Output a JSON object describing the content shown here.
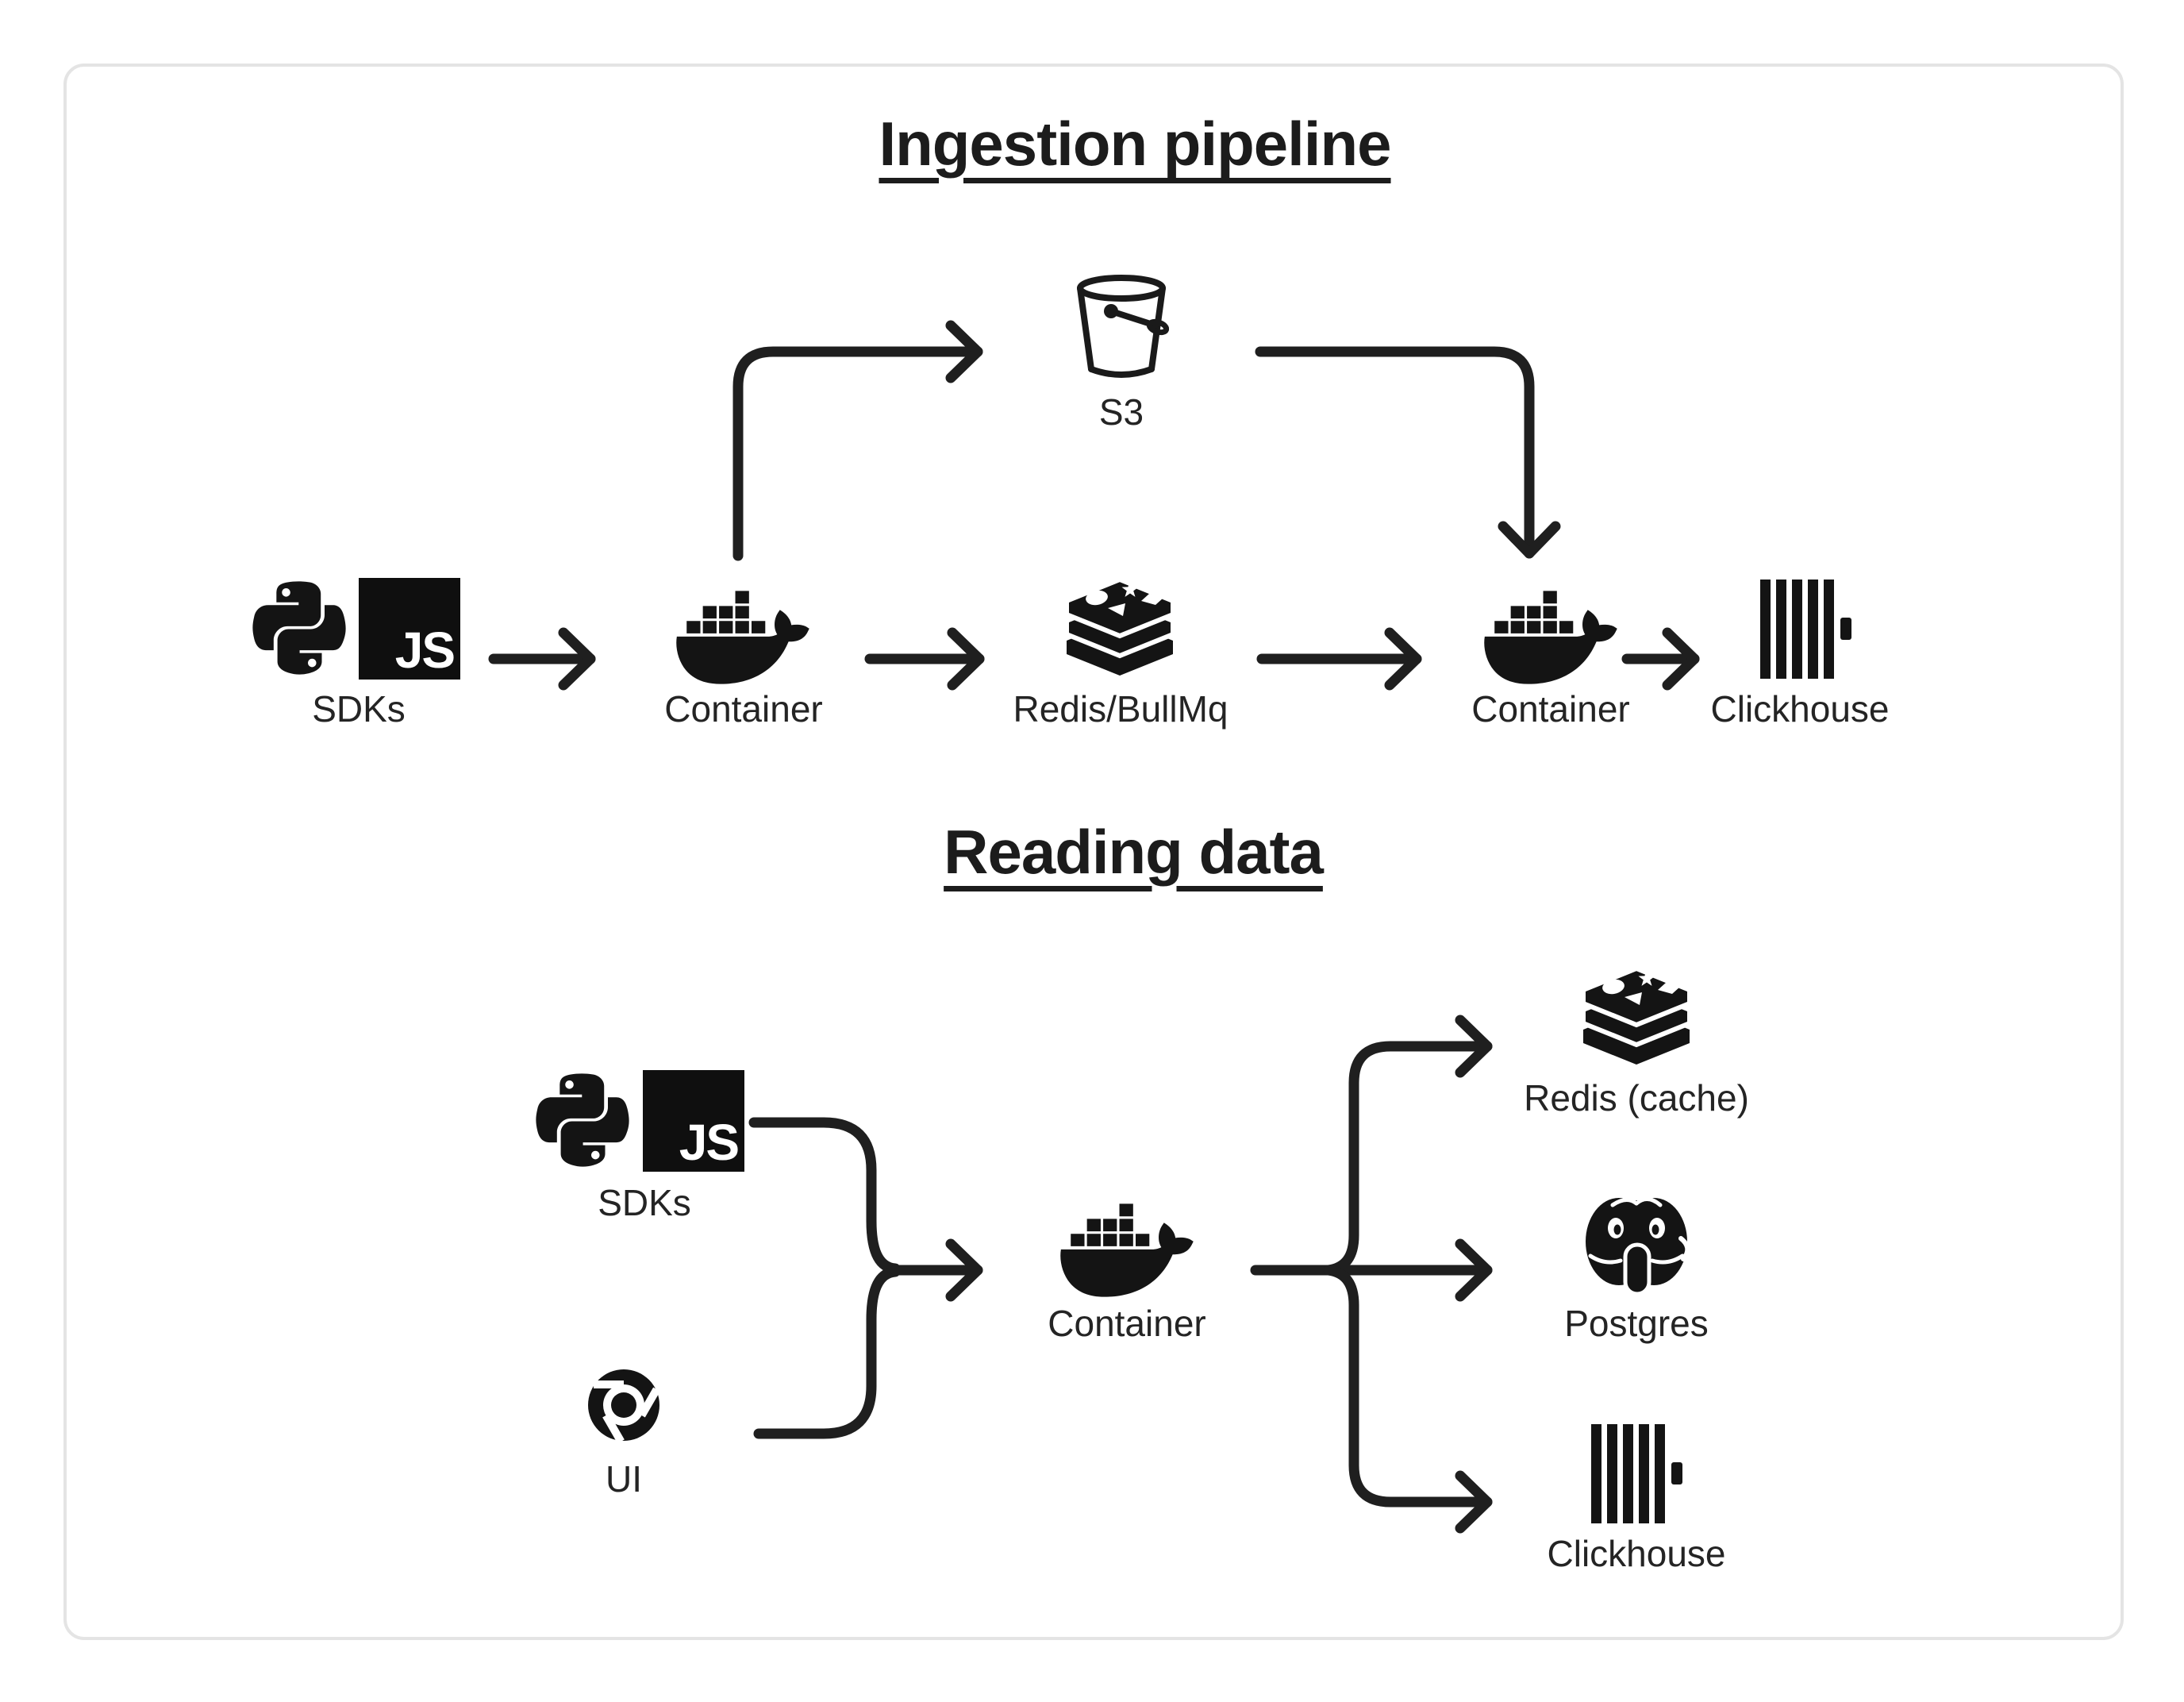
{
  "ingestion": {
    "title": "Ingestion pipeline",
    "nodes": {
      "sdks": {
        "label": "SDKs",
        "icons": [
          "python-icon",
          "javascript-icon"
        ]
      },
      "s3": {
        "label": "S3",
        "icon": "s3-bucket-icon"
      },
      "container_ingest": {
        "label": "Container",
        "icon": "docker-icon"
      },
      "redis_queue": {
        "label": "Redis/BullMq",
        "icon": "redis-icon"
      },
      "container_worker": {
        "label": "Container",
        "icon": "docker-icon"
      },
      "clickhouse": {
        "label": "Clickhouse",
        "icon": "clickhouse-icon"
      }
    },
    "edges": [
      {
        "from": "sdks",
        "to": "container_ingest"
      },
      {
        "from": "container_ingest",
        "to": "s3"
      },
      {
        "from": "container_ingest",
        "to": "redis_queue"
      },
      {
        "from": "s3",
        "to": "container_worker"
      },
      {
        "from": "redis_queue",
        "to": "container_worker"
      },
      {
        "from": "container_worker",
        "to": "clickhouse"
      }
    ]
  },
  "reading": {
    "title": "Reading data",
    "nodes": {
      "sdks": {
        "label": "SDKs",
        "icons": [
          "python-icon",
          "javascript-icon"
        ]
      },
      "ui": {
        "label": "UI",
        "icon": "chrome-icon"
      },
      "container": {
        "label": "Container",
        "icon": "docker-icon"
      },
      "redis_cache": {
        "label": "Redis (cache)",
        "icon": "redis-icon"
      },
      "postgres": {
        "label": "Postgres",
        "icon": "postgres-icon"
      },
      "clickhouse": {
        "label": "Clickhouse",
        "icon": "clickhouse-icon"
      }
    },
    "edges": [
      {
        "from": "sdks",
        "to": "container"
      },
      {
        "from": "ui",
        "to": "container"
      },
      {
        "from": "container",
        "to": "redis_cache"
      },
      {
        "from": "container",
        "to": "postgres"
      },
      {
        "from": "container",
        "to": "clickhouse"
      }
    ]
  },
  "badges": {
    "js": "JS"
  },
  "colors": {
    "ink": "#141414",
    "line": "#1f1f1f",
    "card_border": "#e4e4e4",
    "background": "#ffffff"
  }
}
